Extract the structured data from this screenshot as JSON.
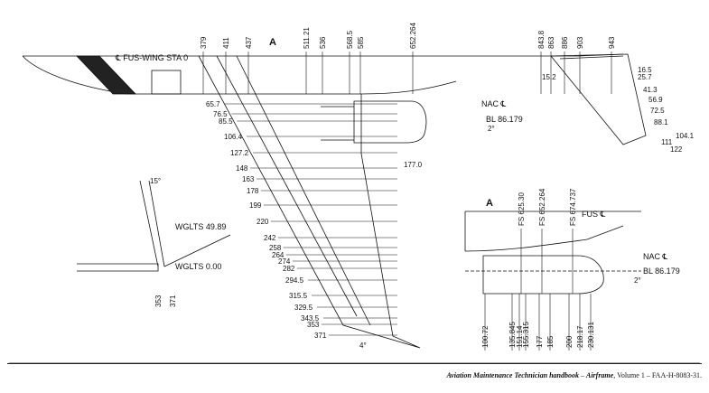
{
  "caption": {
    "book": "Aviation Maintenance Technician handbook",
    "section": "Airframe",
    "rest": ", Volume 1 – FAA-H-8083-31."
  },
  "main": {
    "section_mark": "A",
    "fuselage_label": "℄ FUS-WING STA 0",
    "top_stations": [
      "379",
      "411",
      "437",
      "511.21",
      "536",
      "568.5",
      "585",
      "652.264",
      "843.8",
      "863",
      "886",
      "903",
      "943"
    ],
    "wing_stations_left": [
      "65.7",
      "76.5",
      "85.5",
      "106.4",
      "127.2",
      "148",
      "163",
      "178",
      "199",
      "220",
      "242",
      "258",
      "264",
      "274",
      "282",
      "294.5",
      "315.5",
      "329.5",
      "343.5",
      "353",
      "371"
    ],
    "nacelle_label": "NAC ℄",
    "buttline_label": "BL 86.179",
    "angle": "2°",
    "bottom_station": "177.0",
    "tip_angle": "4°"
  },
  "tail": {
    "left_value": "15.2",
    "stations": [
      "16.5",
      "25.7",
      "41.3",
      "56.9",
      "72.5",
      "88.1",
      "104.1",
      "111",
      "122"
    ]
  },
  "winglet": {
    "angle": "15°",
    "upper_label": "WGLTS 49.89",
    "lower_label": "WGLTS 0.00",
    "bottom_stations": [
      "353",
      "371"
    ]
  },
  "nacelle_detail": {
    "section_mark": "A",
    "fuselage_label": "FUS ℄",
    "top_stations": [
      "FS 625.30",
      "FS 652.264",
      "FS 674.737"
    ],
    "nacelle_label": "NAC ℄",
    "buttline_label": "BL 86.179",
    "angle": "2°",
    "bottom_stations": [
      "100.72",
      "135.845",
      "151.14",
      "155.315",
      "177",
      "185",
      "200",
      "218.17",
      "230.131"
    ]
  }
}
